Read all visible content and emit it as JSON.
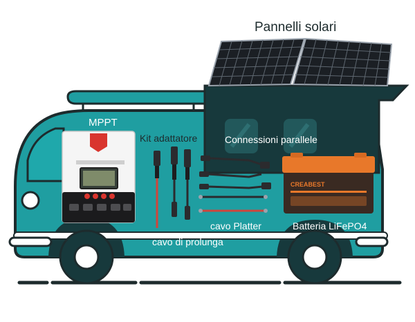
{
  "labels": {
    "solar_panels": "Pannelli solari",
    "mppt": "MPPT",
    "adapter_kit": "Kit adattatore",
    "parallel_connections": "Connessioni parallele",
    "platter_cable": "cavo Platter",
    "battery": "Batteria LiFePO4",
    "extension_cable": "cavo di prolunga"
  },
  "battery_brand": "CREABEST",
  "colors": {
    "van_teal": "#1f9ea1",
    "van_dark": "#17393c",
    "battery_orange": "#e8782a",
    "battery_body": "#3a2a22",
    "cable_red": "#d0453c",
    "outline": "#1d2b2d"
  }
}
